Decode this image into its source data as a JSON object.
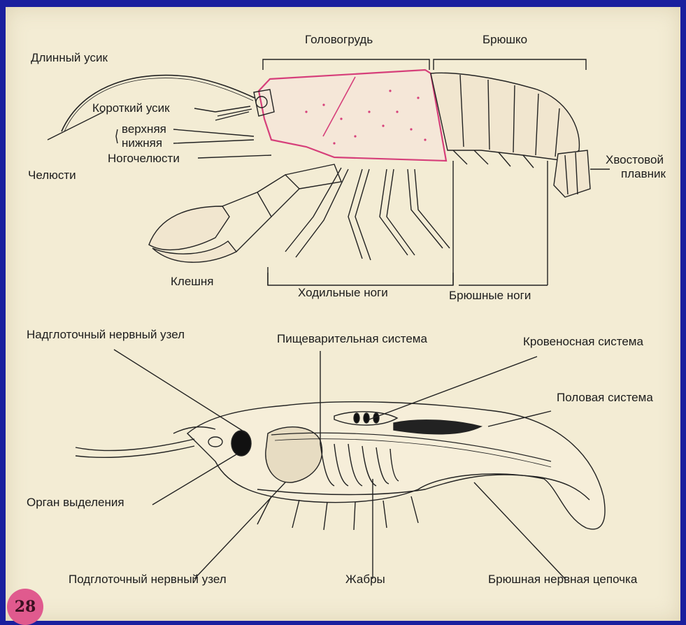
{
  "labels": {
    "head_thorax": "Головогрудь",
    "abdomen": "Брюшко",
    "long_antenna": "Длинный усик",
    "short_antenna": "Короткий усик",
    "upper": "верхняя",
    "lower": "нижняя",
    "jaws": "Челюсти",
    "maxillipeds": "Ногочелюсти",
    "tail_fin_1": "Хвостовой",
    "tail_fin_2": "плавник",
    "claw": "Клешня",
    "walking_legs": "Ходильные ноги",
    "abdominal_legs": "Брюшные ноги",
    "supraesophageal": "Надглоточный нервный узел",
    "digestive": "Пищеварительная система",
    "circulatory": "Кровеносная система",
    "reproductive": "Половая система",
    "excretory": "Орган выделения",
    "subesophageal": "Подглоточный нервный узел",
    "gills": "Жабры",
    "nerve_chain": "Брюшная нервная цепочка"
  },
  "page_number": "28",
  "colors": {
    "frame": "#1a1f9e",
    "paper": "#f3ecd4",
    "carapace_outline": "#d63f7a",
    "badge": "#e05a8e"
  }
}
